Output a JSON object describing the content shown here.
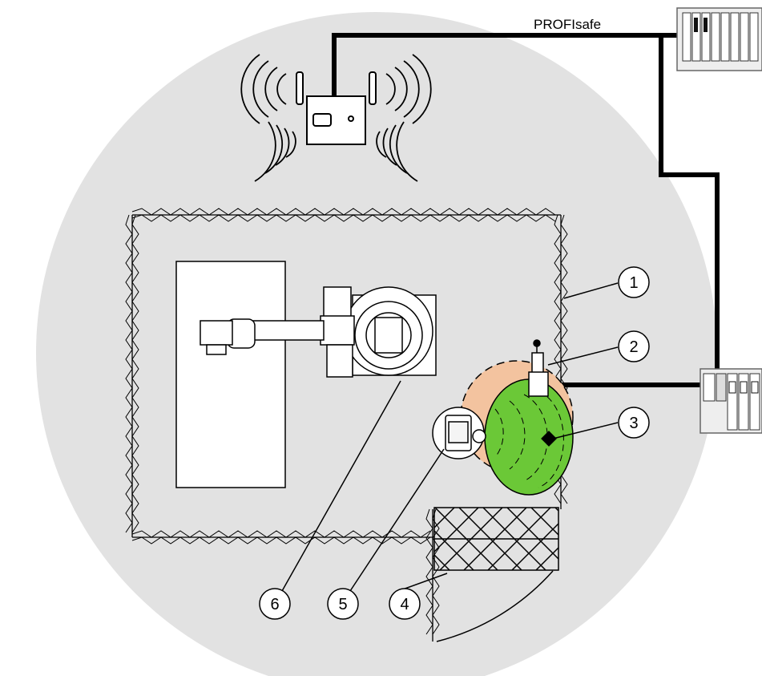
{
  "network": {
    "label": "PROFIsafe"
  },
  "callouts": [
    {
      "number": "1"
    },
    {
      "number": "2"
    },
    {
      "number": "3"
    },
    {
      "number": "4"
    },
    {
      "number": "5"
    },
    {
      "number": "6"
    }
  ],
  "colors": {
    "zone": "#e2e2e2",
    "cable": "#000000",
    "warning_field": "#f3c39f",
    "protective_field": "#6bc837",
    "device": "#ffffff"
  }
}
